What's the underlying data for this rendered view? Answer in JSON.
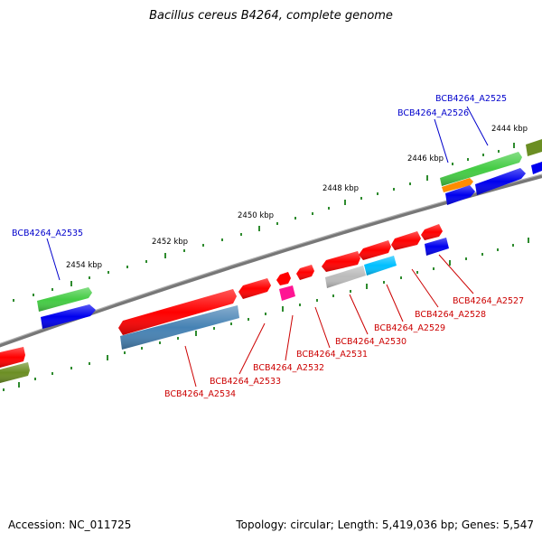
{
  "title": "Bacillus cereus B4264, complete genome",
  "footer": {
    "accession": "Accession: NC_011725",
    "topology": "Topology: circular; Length: 5,419,036 bp; Genes: 5,547"
  },
  "colors": {
    "backbone": "#808080",
    "tick": "#2e8b2e",
    "forward_label": "#0000cc",
    "reverse_label": "#cc0000",
    "red": "#ff0000",
    "green": "#44cc44",
    "blue": "#0000ee",
    "olive": "#6b8e23",
    "orange": "#ff8c00",
    "magenta": "#ff1493",
    "steelblue": "#4682b4",
    "cyan": "#00bfff",
    "grey": "#bbbbbb"
  },
  "scale_labels": [
    "2444 kbp",
    "2446 kbp",
    "2448 kbp",
    "2450 kbp",
    "2452 kbp",
    "2454 kbp"
  ],
  "forward_gene_labels": [
    "BCB4264_A2525",
    "BCB4264_A2526",
    "BCB4264_A2535"
  ],
  "reverse_gene_labels": [
    "BCB4264_A2527",
    "BCB4264_A2528",
    "BCB4264_A2529",
    "BCB4264_A2530",
    "BCB4264_A2531",
    "BCB4264_A2532",
    "BCB4264_A2533",
    "BCB4264_A2534"
  ]
}
